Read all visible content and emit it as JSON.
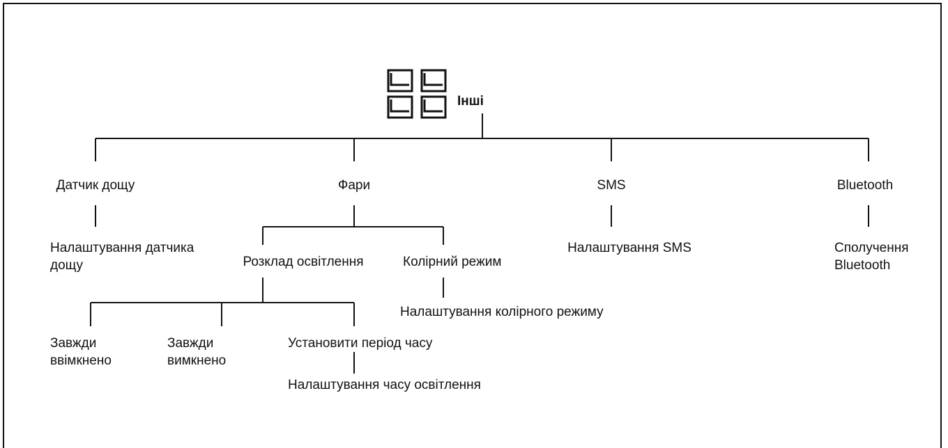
{
  "root": {
    "label": "Інші",
    "icon": "four-squares-menu-icon"
  },
  "branches": [
    {
      "label": "Датчик дощу",
      "child": "Налаштування датчика\nдощу"
    },
    {
      "label": "Фари",
      "children": [
        {
          "label": "Розклад освітлення",
          "children": [
            {
              "label": "Завжди\nввімкнено"
            },
            {
              "label": "Завжди\nвимкнено"
            },
            {
              "label": "Установити період часу",
              "child": "Налаштування часу освітлення"
            }
          ]
        },
        {
          "label": "Колірний режим",
          "child": "Налаштування колірного режиму"
        }
      ]
    },
    {
      "label": "SMS",
      "child": "Налаштування SMS"
    },
    {
      "label": "Bluetooth",
      "child": "Сполучення\nBluetooth"
    }
  ]
}
